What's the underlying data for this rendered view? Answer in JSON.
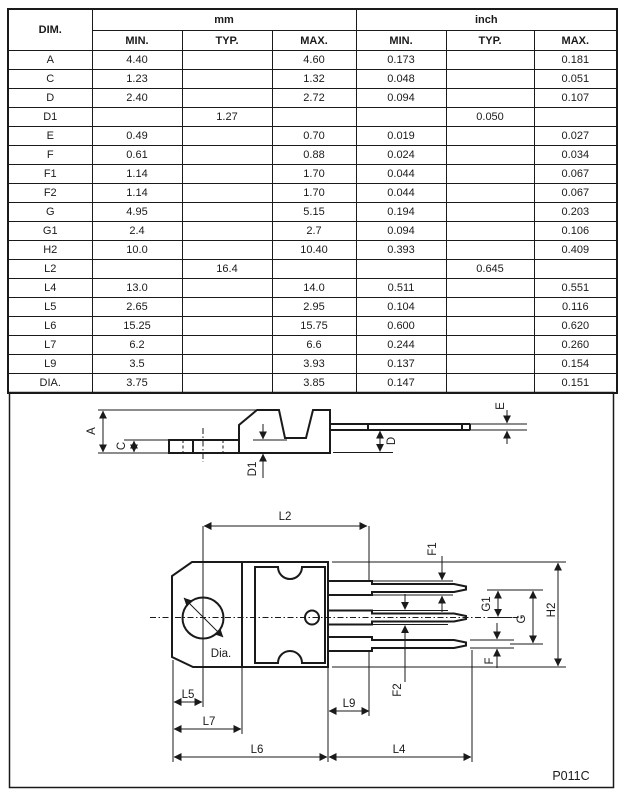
{
  "table": {
    "dim_label": "DIM.",
    "group_headers": [
      "mm",
      "inch"
    ],
    "subheaders": [
      "MIN.",
      "TYP.",
      "MAX.",
      "MIN.",
      "TYP.",
      "MAX."
    ],
    "rows": [
      [
        "A",
        "4.40",
        "",
        "4.60",
        "0.173",
        "",
        "0.181"
      ],
      [
        "C",
        "1.23",
        "",
        "1.32",
        "0.048",
        "",
        "0.051"
      ],
      [
        "D",
        "2.40",
        "",
        "2.72",
        "0.094",
        "",
        "0.107"
      ],
      [
        "D1",
        "",
        "1.27",
        "",
        "",
        "0.050",
        ""
      ],
      [
        "E",
        "0.49",
        "",
        "0.70",
        "0.019",
        "",
        "0.027"
      ],
      [
        "F",
        "0.61",
        "",
        "0.88",
        "0.024",
        "",
        "0.034"
      ],
      [
        "F1",
        "1.14",
        "",
        "1.70",
        "0.044",
        "",
        "0.067"
      ],
      [
        "F2",
        "1.14",
        "",
        "1.70",
        "0.044",
        "",
        "0.067"
      ],
      [
        "G",
        "4.95",
        "",
        "5.15",
        "0.194",
        "",
        "0.203"
      ],
      [
        "G1",
        "2.4",
        "",
        "2.7",
        "0.094",
        "",
        "0.106"
      ],
      [
        "H2",
        "10.0",
        "",
        "10.40",
        "0.393",
        "",
        "0.409"
      ],
      [
        "L2",
        "",
        "16.4",
        "",
        "",
        "0.645",
        ""
      ],
      [
        "L4",
        "13.0",
        "",
        "14.0",
        "0.511",
        "",
        "0.551"
      ],
      [
        "L5",
        "2.65",
        "",
        "2.95",
        "0.104",
        "",
        "0.116"
      ],
      [
        "L6",
        "15.25",
        "",
        "15.75",
        "0.600",
        "",
        "0.620"
      ],
      [
        "L7",
        "6.2",
        "",
        "6.6",
        "0.244",
        "",
        "0.260"
      ],
      [
        "L9",
        "3.5",
        "",
        "3.93",
        "0.137",
        "",
        "0.154"
      ],
      [
        "DIA.",
        "3.75",
        "",
        "3.85",
        "0.147",
        "",
        "0.151"
      ]
    ]
  },
  "drawing": {
    "labels": {
      "a": "A",
      "c": "C",
      "d1": "D1",
      "d": "D",
      "e": "E",
      "l2": "L2",
      "f1": "F1",
      "g1": "G1",
      "g": "G",
      "h2": "H2",
      "f": "F",
      "f2": "F2",
      "dia": "Dia.",
      "l5": "L5",
      "l7": "L7",
      "l9": "L9",
      "l6": "L6",
      "l4": "L4"
    },
    "figure_code": "P011C"
  },
  "colors": {
    "line": "#1a1a1a",
    "background": "#ffffff"
  }
}
